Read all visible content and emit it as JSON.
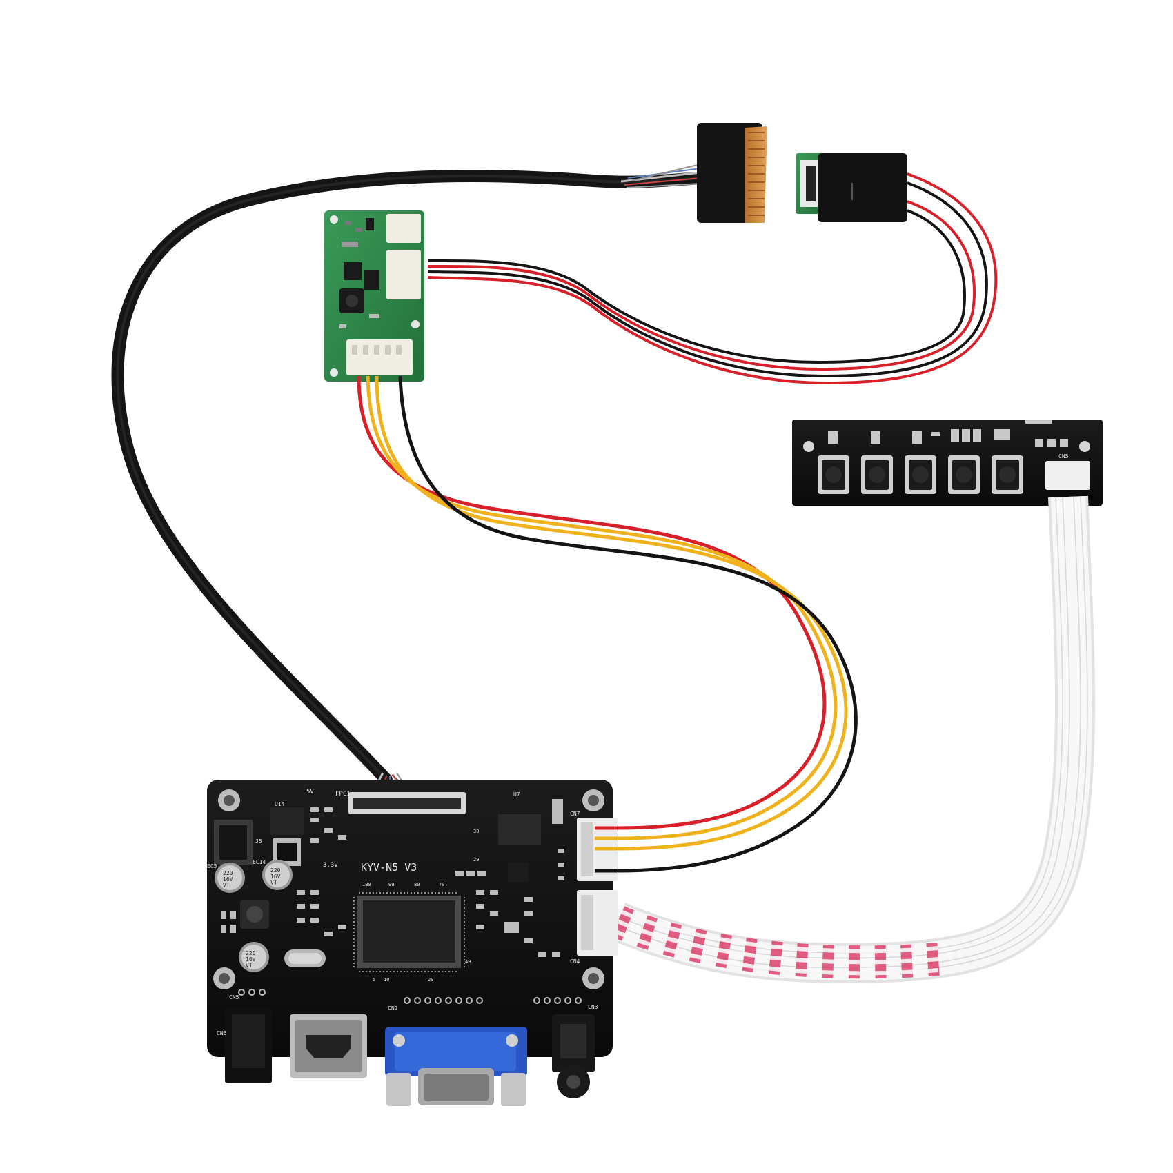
{
  "board": {
    "model_label": "KYV-N5 V3",
    "labels": {
      "u14": "U14",
      "v5": "5V",
      "fpc": "FPC1",
      "u7": "U7",
      "cn7": "CN7",
      "cn4": "CN4",
      "cn2": "CN2",
      "cn3": "CN3",
      "cn6": "CN6",
      "cn5": "CN5",
      "j5": "J5",
      "ec5": "EC5",
      "ec14": "EC14",
      "v33": "3.3V",
      "cap1": "220\n16V\nVT",
      "cap2": "220\n16V\nVT",
      "cap3": "220\n16V\nVT",
      "pin30": "30",
      "pin29": "29",
      "pin100": "100",
      "pin90": "90",
      "pin80": "80",
      "pin70": "70",
      "pin5": "5",
      "pin10": "10",
      "pin20": "20",
      "pin40": "40"
    }
  },
  "keypad": {
    "connector_label": "CN5",
    "button_count": 5
  },
  "colors": {
    "pcb_black": "#111111",
    "pcb_green": "#2f8a4a",
    "vga_blue": "#2a55c4",
    "wire_red": "#d8202a",
    "wire_yellow": "#f0b21c",
    "wire_black": "#141414",
    "ribbon_white": "#f4f4f4",
    "ribbon_stripe": "#d8285a"
  }
}
